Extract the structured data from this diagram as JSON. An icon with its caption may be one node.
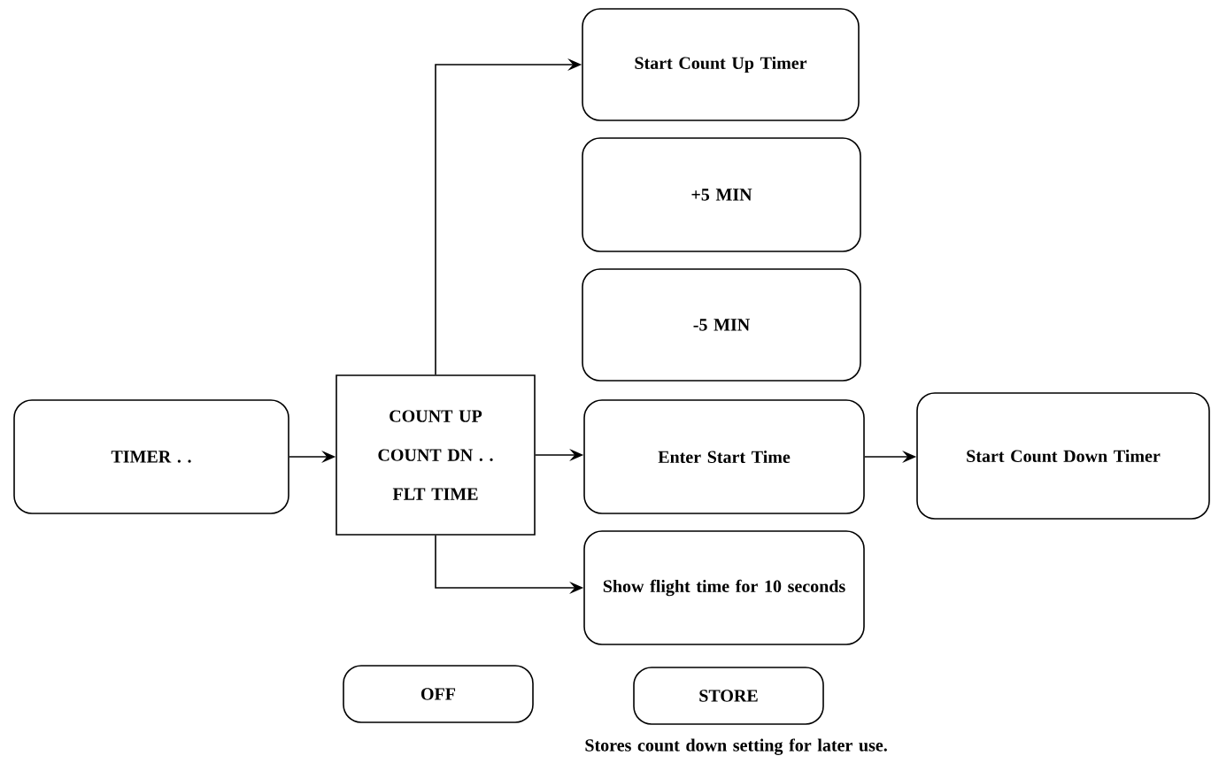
{
  "diagram": {
    "nodes": [
      {
        "text": [
          "TIMER . ."
        ]
      },
      {
        "text": [
          "COUNT UP",
          "COUNT DN . .",
          "FLT TIME"
        ]
      },
      {
        "text": [
          "Start Count Up Timer"
        ]
      },
      {
        "text": [
          "+5 MIN"
        ]
      },
      {
        "text": [
          "-5 MIN"
        ]
      },
      {
        "text": [
          "Enter Start Time"
        ]
      },
      {
        "text": [
          "Start Count Down Timer"
        ]
      },
      {
        "text": [
          "Show flight time for 10 seconds"
        ]
      },
      {
        "text": [
          "OFF"
        ]
      },
      {
        "text": [
          "STORE"
        ],
        "beside": [
          "Stores count down setting for later use."
        ]
      }
    ],
    "edges": [
      {
        "from": 0,
        "to": 1,
        "arrow": "to"
      },
      {
        "from": 1,
        "to": 2,
        "arrow": "to"
      },
      {
        "from": 1,
        "to": 5,
        "arrow": "to"
      },
      {
        "from": 5,
        "to": 6,
        "arrow": "to"
      },
      {
        "from": 1,
        "to": 7,
        "arrow": "to"
      }
    ]
  }
}
